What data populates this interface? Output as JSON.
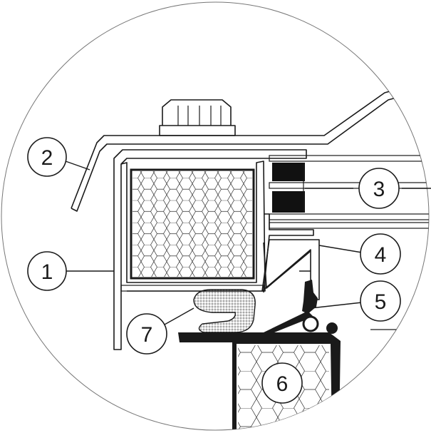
{
  "diagram": {
    "callouts": [
      {
        "id": "1",
        "label": "1"
      },
      {
        "id": "2",
        "label": "2"
      },
      {
        "id": "3",
        "label": "3"
      },
      {
        "id": "4",
        "label": "4"
      },
      {
        "id": "5",
        "label": "5"
      },
      {
        "id": "6",
        "label": "6"
      },
      {
        "id": "7",
        "label": "7"
      }
    ],
    "colors": {
      "line": "#1a1a1a",
      "glass_spacer": "#111111",
      "background": "#ffffff"
    }
  }
}
